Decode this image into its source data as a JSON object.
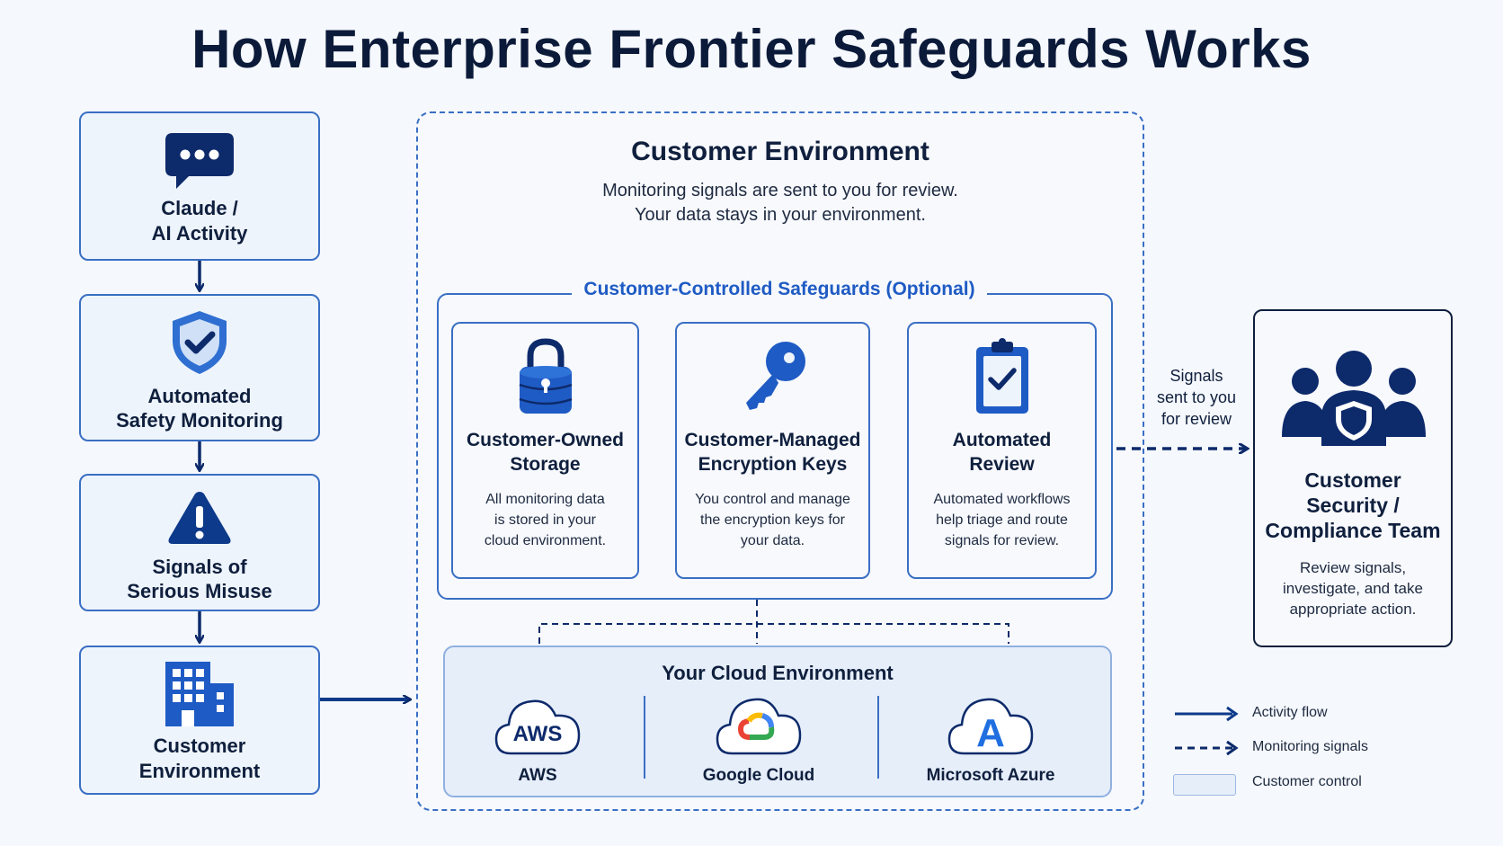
{
  "title": "How Enterprise Frontier Safeguards Works",
  "left_flow": [
    {
      "label_line1": "Claude /",
      "label_line2": "AI Activity",
      "icon": "chat-bubble-icon"
    },
    {
      "label_line1": "Automated",
      "label_line2": "Safety Monitoring",
      "icon": "shield-check-icon"
    },
    {
      "label_line1": "Signals of",
      "label_line2": "Serious Misuse",
      "icon": "warning-triangle-icon"
    },
    {
      "label_line1": "Customer",
      "label_line2": "Environment",
      "icon": "building-icon"
    }
  ],
  "customer_env": {
    "title": "Customer Environment",
    "desc_line1": "Monitoring signals are sent to you for review.",
    "desc_line2": "Your data stays in your environment."
  },
  "safeguards": {
    "label": "Customer-Controlled Safeguards (Optional)",
    "cards": [
      {
        "title_line1": "Customer-Owned",
        "title_line2": "Storage",
        "desc_line1": "All monitoring data",
        "desc_line2": "is stored in your",
        "desc_line3": "cloud environment.",
        "icon": "lock-database-icon"
      },
      {
        "title_line1": "Customer-Managed",
        "title_line2": "Encryption Keys",
        "desc_line1": "You control and manage",
        "desc_line2": "the encryption keys for",
        "desc_line3": "your data.",
        "icon": "key-icon"
      },
      {
        "title_line1": "Automated",
        "title_line2": "Review",
        "desc_line1": "Automated workflows",
        "desc_line2": "help triage and route",
        "desc_line3": "signals for review.",
        "icon": "clipboard-check-icon"
      }
    ]
  },
  "cloud": {
    "title": "Your Cloud Environment",
    "providers": [
      {
        "name": "AWS",
        "badge": "AWS",
        "icon": "aws-cloud-icon"
      },
      {
        "name": "Google Cloud",
        "icon": "google-cloud-icon"
      },
      {
        "name": "Microsoft Azure",
        "badge": "A",
        "icon": "azure-cloud-icon"
      }
    ]
  },
  "signals_label": {
    "line1": "Signals",
    "line2": "sent to you",
    "line3": "for review"
  },
  "team": {
    "title_line1": "Customer",
    "title_line2": "Security /",
    "title_line3": "Compliance Team",
    "desc_line1": "Review signals,",
    "desc_line2": "investigate, and take",
    "desc_line3": "appropriate action.",
    "icon": "team-shield-icon"
  },
  "legend": {
    "activity": "Activity flow",
    "monitoring": "Monitoring signals",
    "control": "Customer control"
  },
  "colors": {
    "primary": "#1f5bc4",
    "navy": "#0f1f3d",
    "border": "#3a6fc4",
    "control_fill": "#e6eefa"
  }
}
